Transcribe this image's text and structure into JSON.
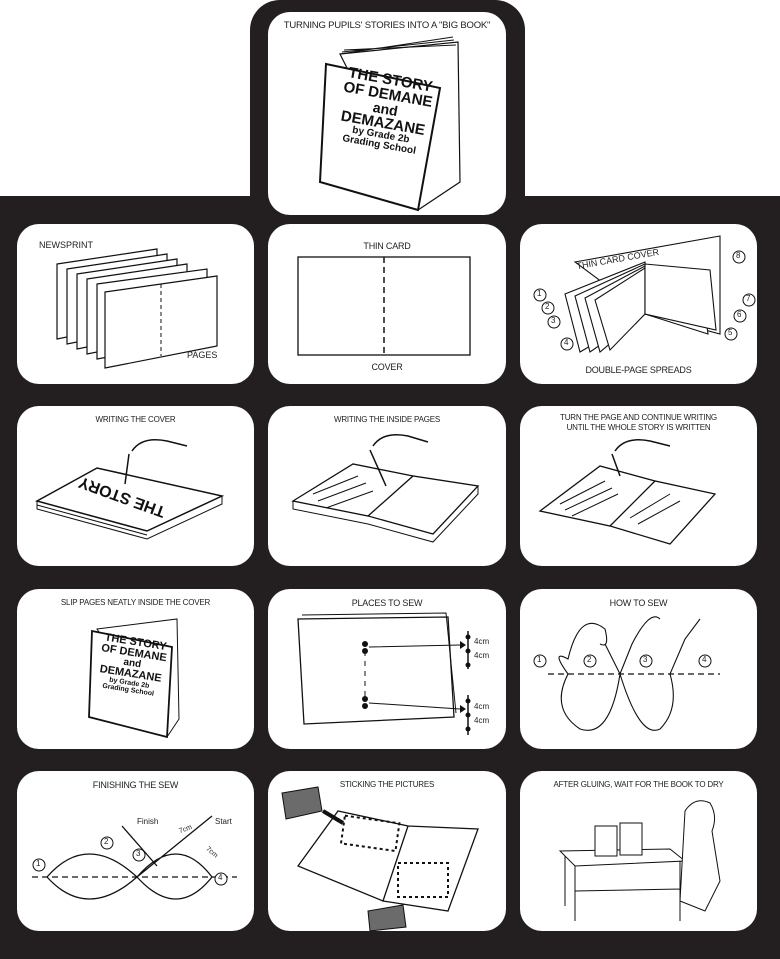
{
  "title": "TURNING PUPILS' STORIES INTO A \"BIG BOOK\"",
  "book_cover": {
    "line1": "THE STORY",
    "line2": "OF DEMANE",
    "line3": "and",
    "line4": "DEMAZANE",
    "line5": "by Grade 2b",
    "line6": "Grading School"
  },
  "panels": [
    {
      "caption": "NEWSPRINT",
      "sublabel": "PAGES"
    },
    {
      "caption": "THIN CARD",
      "sublabel": "COVER"
    },
    {
      "caption": "DOUBLE-PAGE SPREADS",
      "sublabel": "THIN CARD COVER",
      "numbers": [
        "1",
        "2",
        "3",
        "4",
        "5",
        "6",
        "7",
        "8"
      ]
    },
    {
      "caption": "WRITING THE COVER",
      "cover_word": "THE STORY"
    },
    {
      "caption": "WRITING THE INSIDE PAGES"
    },
    {
      "caption_line1": "TURN THE PAGE AND CONTINUE WRITING",
      "caption_line2": "UNTIL THE WHOLE STORY IS WRITTEN"
    },
    {
      "caption": "SLIP PAGES NEATLY INSIDE THE COVER"
    },
    {
      "caption": "PLACES TO SEW",
      "measures": [
        "4cm",
        "4cm",
        "4cm",
        "4cm"
      ]
    },
    {
      "caption": "HOW TO SEW",
      "steps": [
        "1",
        "2",
        "3",
        "4"
      ]
    },
    {
      "caption": "FINISHING THE SEW",
      "finish": "Finish",
      "start": "Start",
      "len1": "7cm",
      "len2": "7cm",
      "steps": [
        "1",
        "2",
        "3",
        "4"
      ]
    },
    {
      "caption": "STICKING THE  PICTURES"
    },
    {
      "caption": "AFTER GLUING, WAIT FOR THE BOOK TO DRY"
    }
  ]
}
